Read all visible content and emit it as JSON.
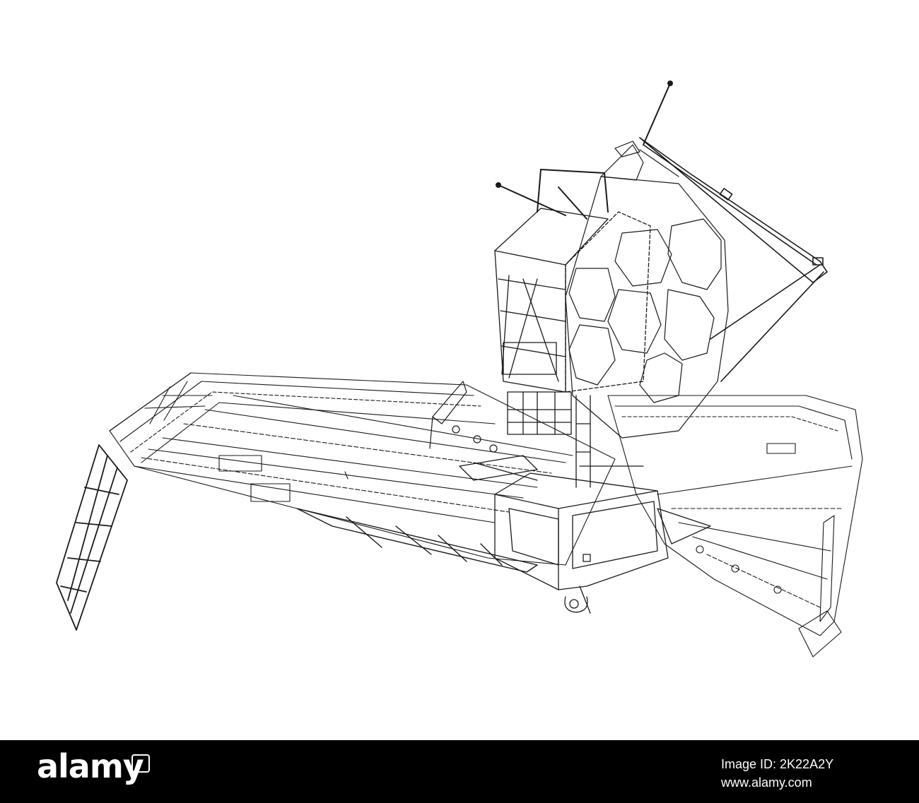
{
  "image": {
    "subject": "spacecraft-wireframe",
    "stroke_color": "#1a1a1a",
    "background": "#ffffff"
  },
  "footer": {
    "background": "#000000",
    "brand": "alamy",
    "image_id_label": "Image ID: 2K22A2Y",
    "site": "www.alamy.com"
  }
}
